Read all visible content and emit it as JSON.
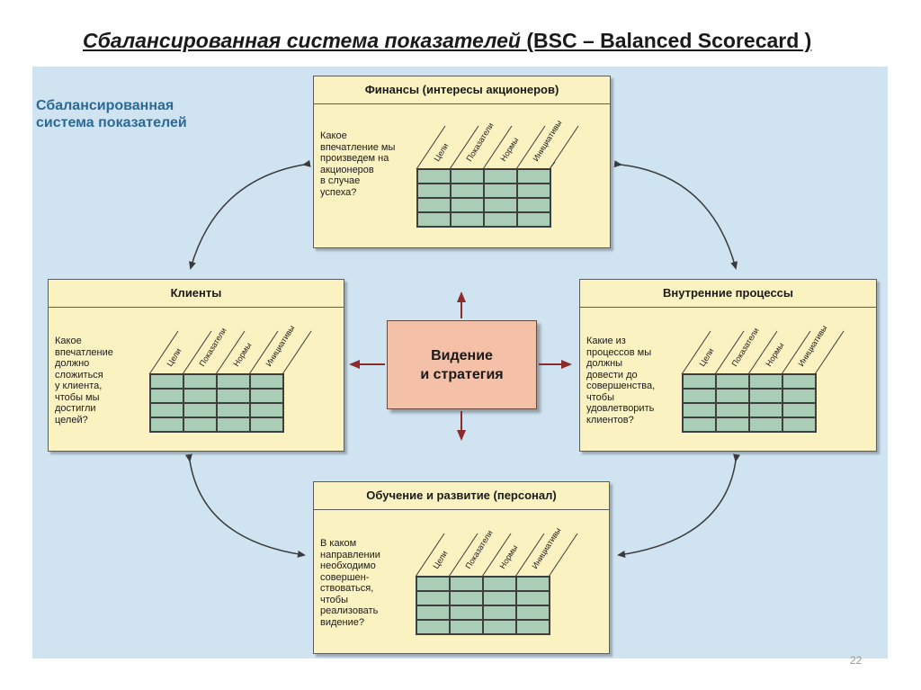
{
  "slide": {
    "title_italic": "Сбалансированная система показателей",
    "title_rest": " (BSC – Balanced Scorecard )",
    "page_number": "22"
  },
  "diagram": {
    "label_line1": "Сбалансированная",
    "label_line2": "система показателей",
    "center_line1": "Видение",
    "center_line2": "и стратегия",
    "columns": [
      "Цели",
      "Показатели",
      "Нормы",
      "Инициативы"
    ],
    "perspectives": {
      "finance": {
        "title": "Финансы (интересы акционеров)",
        "question": "Какое\nвпечатление мы\nпроизведем на\nакционеров\nв случае\nуспеха?"
      },
      "clients": {
        "title": "Клиенты",
        "question": "Какое\nвпечатление\nдолжно\nсложиться\nу клиента,\nчтобы мы\nдостигли\nцелей?"
      },
      "processes": {
        "title": "Внутренние процессы",
        "question": "Какие из\nпроцессов мы\nдолжны\nдовести до\nсовершенства,\nчтобы\nудовлетворить\nклиентов?"
      },
      "learning": {
        "title": "Обучение и развитие (персонал)",
        "question": "В каком\nнаправлении\nнеобходимо\nсовершен-\nствоваться,\nчтобы\nреализовать\nвидение?"
      }
    }
  }
}
